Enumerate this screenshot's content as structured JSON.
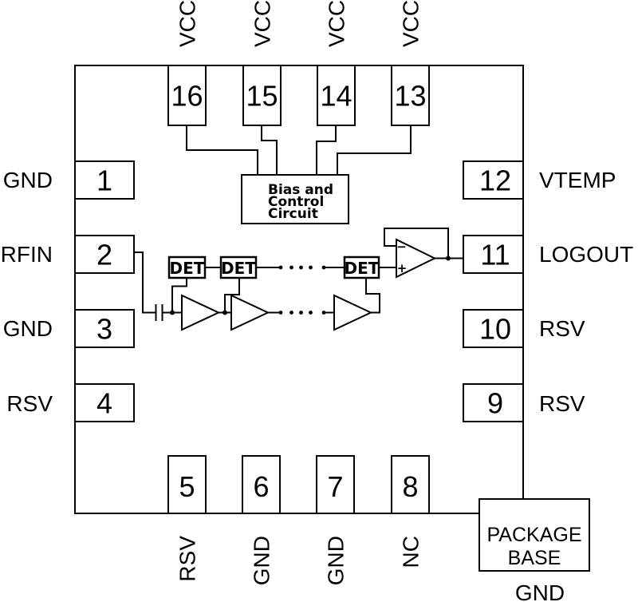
{
  "colors": {
    "line": "#000000",
    "background": "#ffffff"
  },
  "pins": {
    "top": [
      {
        "number": "16",
        "label": "VCC"
      },
      {
        "number": "15",
        "label": "VCC"
      },
      {
        "number": "14",
        "label": "VCC"
      },
      {
        "number": "13",
        "label": "VCC"
      }
    ],
    "left": [
      {
        "number": "1",
        "label": "GND"
      },
      {
        "number": "2",
        "label": "RFIN"
      },
      {
        "number": "3",
        "label": "GND"
      },
      {
        "number": "4",
        "label": "RSV"
      }
    ],
    "right": [
      {
        "number": "12",
        "label": "VTEMP"
      },
      {
        "number": "11",
        "label": "LOGOUT"
      },
      {
        "number": "10",
        "label": "RSV"
      },
      {
        "number": "9",
        "label": "RSV"
      }
    ],
    "bottom": [
      {
        "number": "5",
        "label": "RSV"
      },
      {
        "number": "6",
        "label": "GND"
      },
      {
        "number": "7",
        "label": "GND"
      },
      {
        "number": "8",
        "label": "NC"
      }
    ]
  },
  "blocks": {
    "bias": {
      "line1": "Bias and",
      "line2": "Control",
      "line3": "Circuit"
    },
    "detectors": [
      "DET",
      "DET",
      "DET"
    ],
    "opamp": {
      "minus_label": "−",
      "plus_label": "+"
    }
  },
  "package_base": {
    "line1": "PACKAGE",
    "line2": "BASE",
    "ground_label": "GND"
  }
}
